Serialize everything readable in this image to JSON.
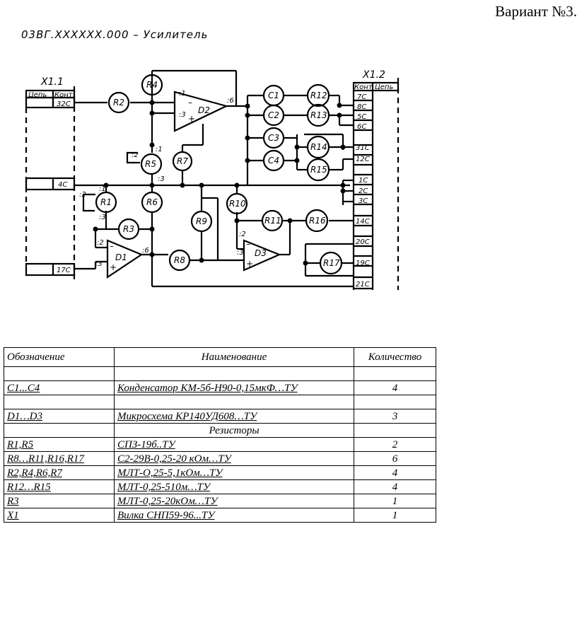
{
  "header": {
    "variant": "Вариант №3.",
    "doc_title": "03ВГ.XXXXXX.000 – Усилитель"
  },
  "schematic": {
    "connector_left": {
      "name": "X1.1",
      "col_circuit": "Цепь",
      "col_contact": "Конт",
      "pins": [
        "32С",
        "4С",
        "17С"
      ]
    },
    "connector_right": {
      "name": "X1.2",
      "col_contact": "Конт",
      "col_circuit": "Цепь",
      "pins": [
        "7С",
        "8С",
        "5С",
        "6С",
        "31С",
        "12С",
        "1С",
        "2С",
        "3С",
        "14С",
        "20С",
        "19С",
        "21С"
      ]
    },
    "resistors": [
      "R1",
      "R2",
      "R3",
      "R4",
      "R5",
      "R6",
      "R7",
      "R8",
      "R9",
      "R10",
      "R11",
      "R12",
      "R13",
      "R14",
      "R15",
      "R16",
      "R17"
    ],
    "capacitors": [
      "C1",
      "C2",
      "C3",
      "C4"
    ],
    "opamps": [
      "D1",
      "D2",
      "D3"
    ],
    "pin_labels": {
      "p1": ":1",
      "p2": ":2",
      "p3": ":3",
      "p6": ":6",
      "minus": "–",
      "plus": "+"
    }
  },
  "spec_table": {
    "headers": [
      "Обозначение",
      "Наименование",
      "Количество"
    ],
    "rows": [
      [
        "",
        "",
        ""
      ],
      [
        "C1...C4",
        "Конденсатор КМ-5б-Н90-0,15мкФ…ТУ",
        "4"
      ],
      [
        "",
        "",
        ""
      ],
      [
        "D1…D3",
        "Микросхема КР140УД608…ТУ",
        "3"
      ],
      [
        "",
        "Резисторы",
        ""
      ],
      [
        "R1,R5",
        "СПЗ-19б..ТУ",
        "2"
      ],
      [
        "R8…R11,R16,R17",
        "С2-29В-0,25-20 кОм…ТУ",
        "6"
      ],
      [
        "R2,R4,R6,R7",
        "МЛТ-О,25-5,1кОм…ТУ",
        "4"
      ],
      [
        "R12…R15",
        "МЛТ-0,25-510м…ТУ",
        "4"
      ],
      [
        "R3",
        "МЛТ-0,25-20кОм…ТУ",
        "1"
      ],
      [
        "X1",
        "Вилка СНП59-96...ТУ",
        "1"
      ]
    ]
  }
}
